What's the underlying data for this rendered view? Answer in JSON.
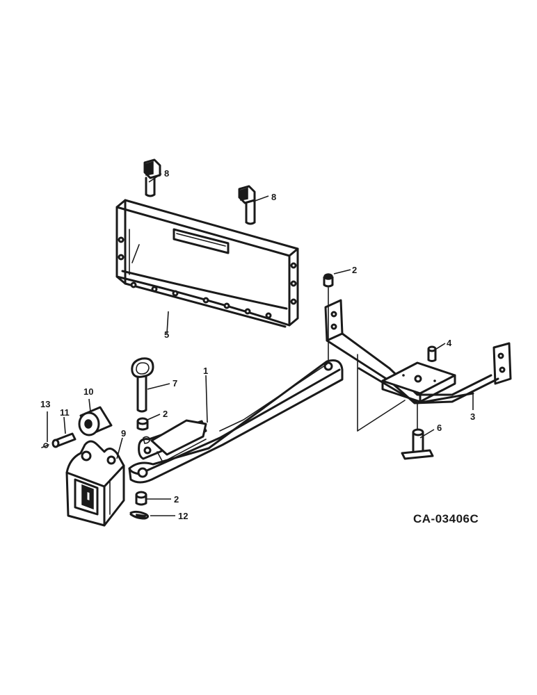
{
  "diagram": {
    "callouts": {
      "c1": "1",
      "c2a": "2",
      "c2b": "2",
      "c2c": "2",
      "c3": "3",
      "c4": "4",
      "c5": "5",
      "c6": "6",
      "c7": "7",
      "c8a": "8",
      "c8b": "8",
      "c9": "9",
      "c10": "10",
      "c11": "11",
      "c12": "12",
      "c13": "13"
    },
    "drawing_code": "CA-03406C"
  }
}
